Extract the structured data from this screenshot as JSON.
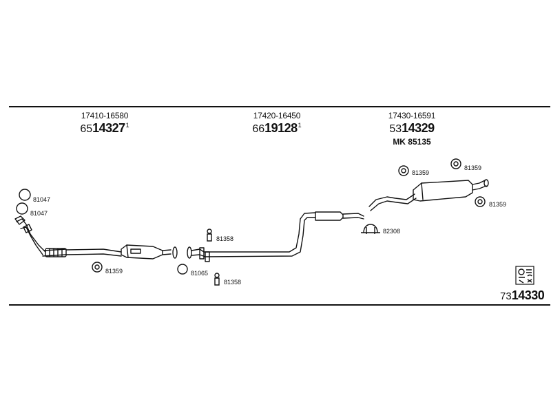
{
  "sections": [
    {
      "oem": "17410-16580",
      "partno_prefix": "65",
      "partno_main": "14327",
      "partno_suffix": "1"
    },
    {
      "oem": "17420-16450",
      "partno_prefix": "66",
      "partno_main": "19128",
      "partno_suffix": "1"
    },
    {
      "oem": "17430-16591",
      "partno_prefix": "53",
      "partno_main": "14329",
      "partno_suffix": "",
      "mk": "MK 85135"
    }
  ],
  "labels": {
    "l_81047_a": "81047",
    "l_81047_b": "81047",
    "l_81359_front": "81359",
    "l_81358_top": "81358",
    "l_81065": "81065",
    "l_81358_bottom": "81358",
    "l_82308": "82308",
    "l_81359_rear_a": "81359",
    "l_81359_rear_b": "81359",
    "l_81359_rear_c": "81359"
  },
  "reference": {
    "prefix": "73",
    "main": "14330",
    "icon": "document-icon"
  }
}
